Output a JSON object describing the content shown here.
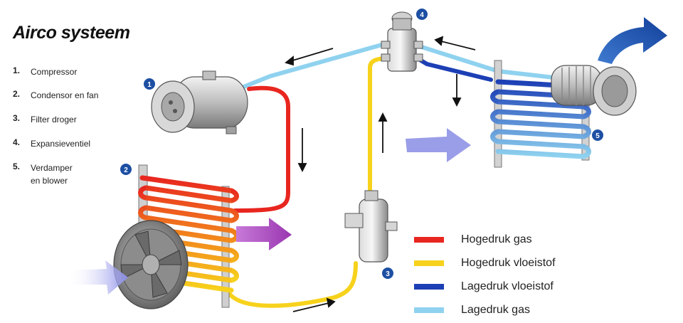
{
  "title": "Airco systeem",
  "components": [
    {
      "number": "1.",
      "label": "Compressor"
    },
    {
      "number": "2.",
      "label": "Condensor en fan"
    },
    {
      "number": "3.",
      "label": "Filter droger"
    },
    {
      "number": "4.",
      "label": "Expansieventiel"
    },
    {
      "number": "5.",
      "label_line1": "Verdamper",
      "label_line2": "en blower"
    }
  ],
  "badges": [
    "1",
    "2",
    "3",
    "4",
    "5"
  ],
  "legend": [
    {
      "label": "Hogedruk gas",
      "color": "#e8261f"
    },
    {
      "label": "Hogedruk vloeistof",
      "color": "#f7d21c"
    },
    {
      "label": "Lagedruk vloeistof",
      "color": "#1c3fb5"
    },
    {
      "label": "Lagedruk gas",
      "color": "#8fd2ef"
    }
  ],
  "colors": {
    "high_pressure_gas": "#e8261f",
    "high_pressure_liquid": "#f7d21c",
    "low_pressure_liquid": "#1c3fb5",
    "low_pressure_gas": "#8fd2ef",
    "badge": "#1d4fa3",
    "airflow_in": "#8c8fe8",
    "airflow_hot": "#a03fb5",
    "airflow_cold": "#1f56b0"
  }
}
